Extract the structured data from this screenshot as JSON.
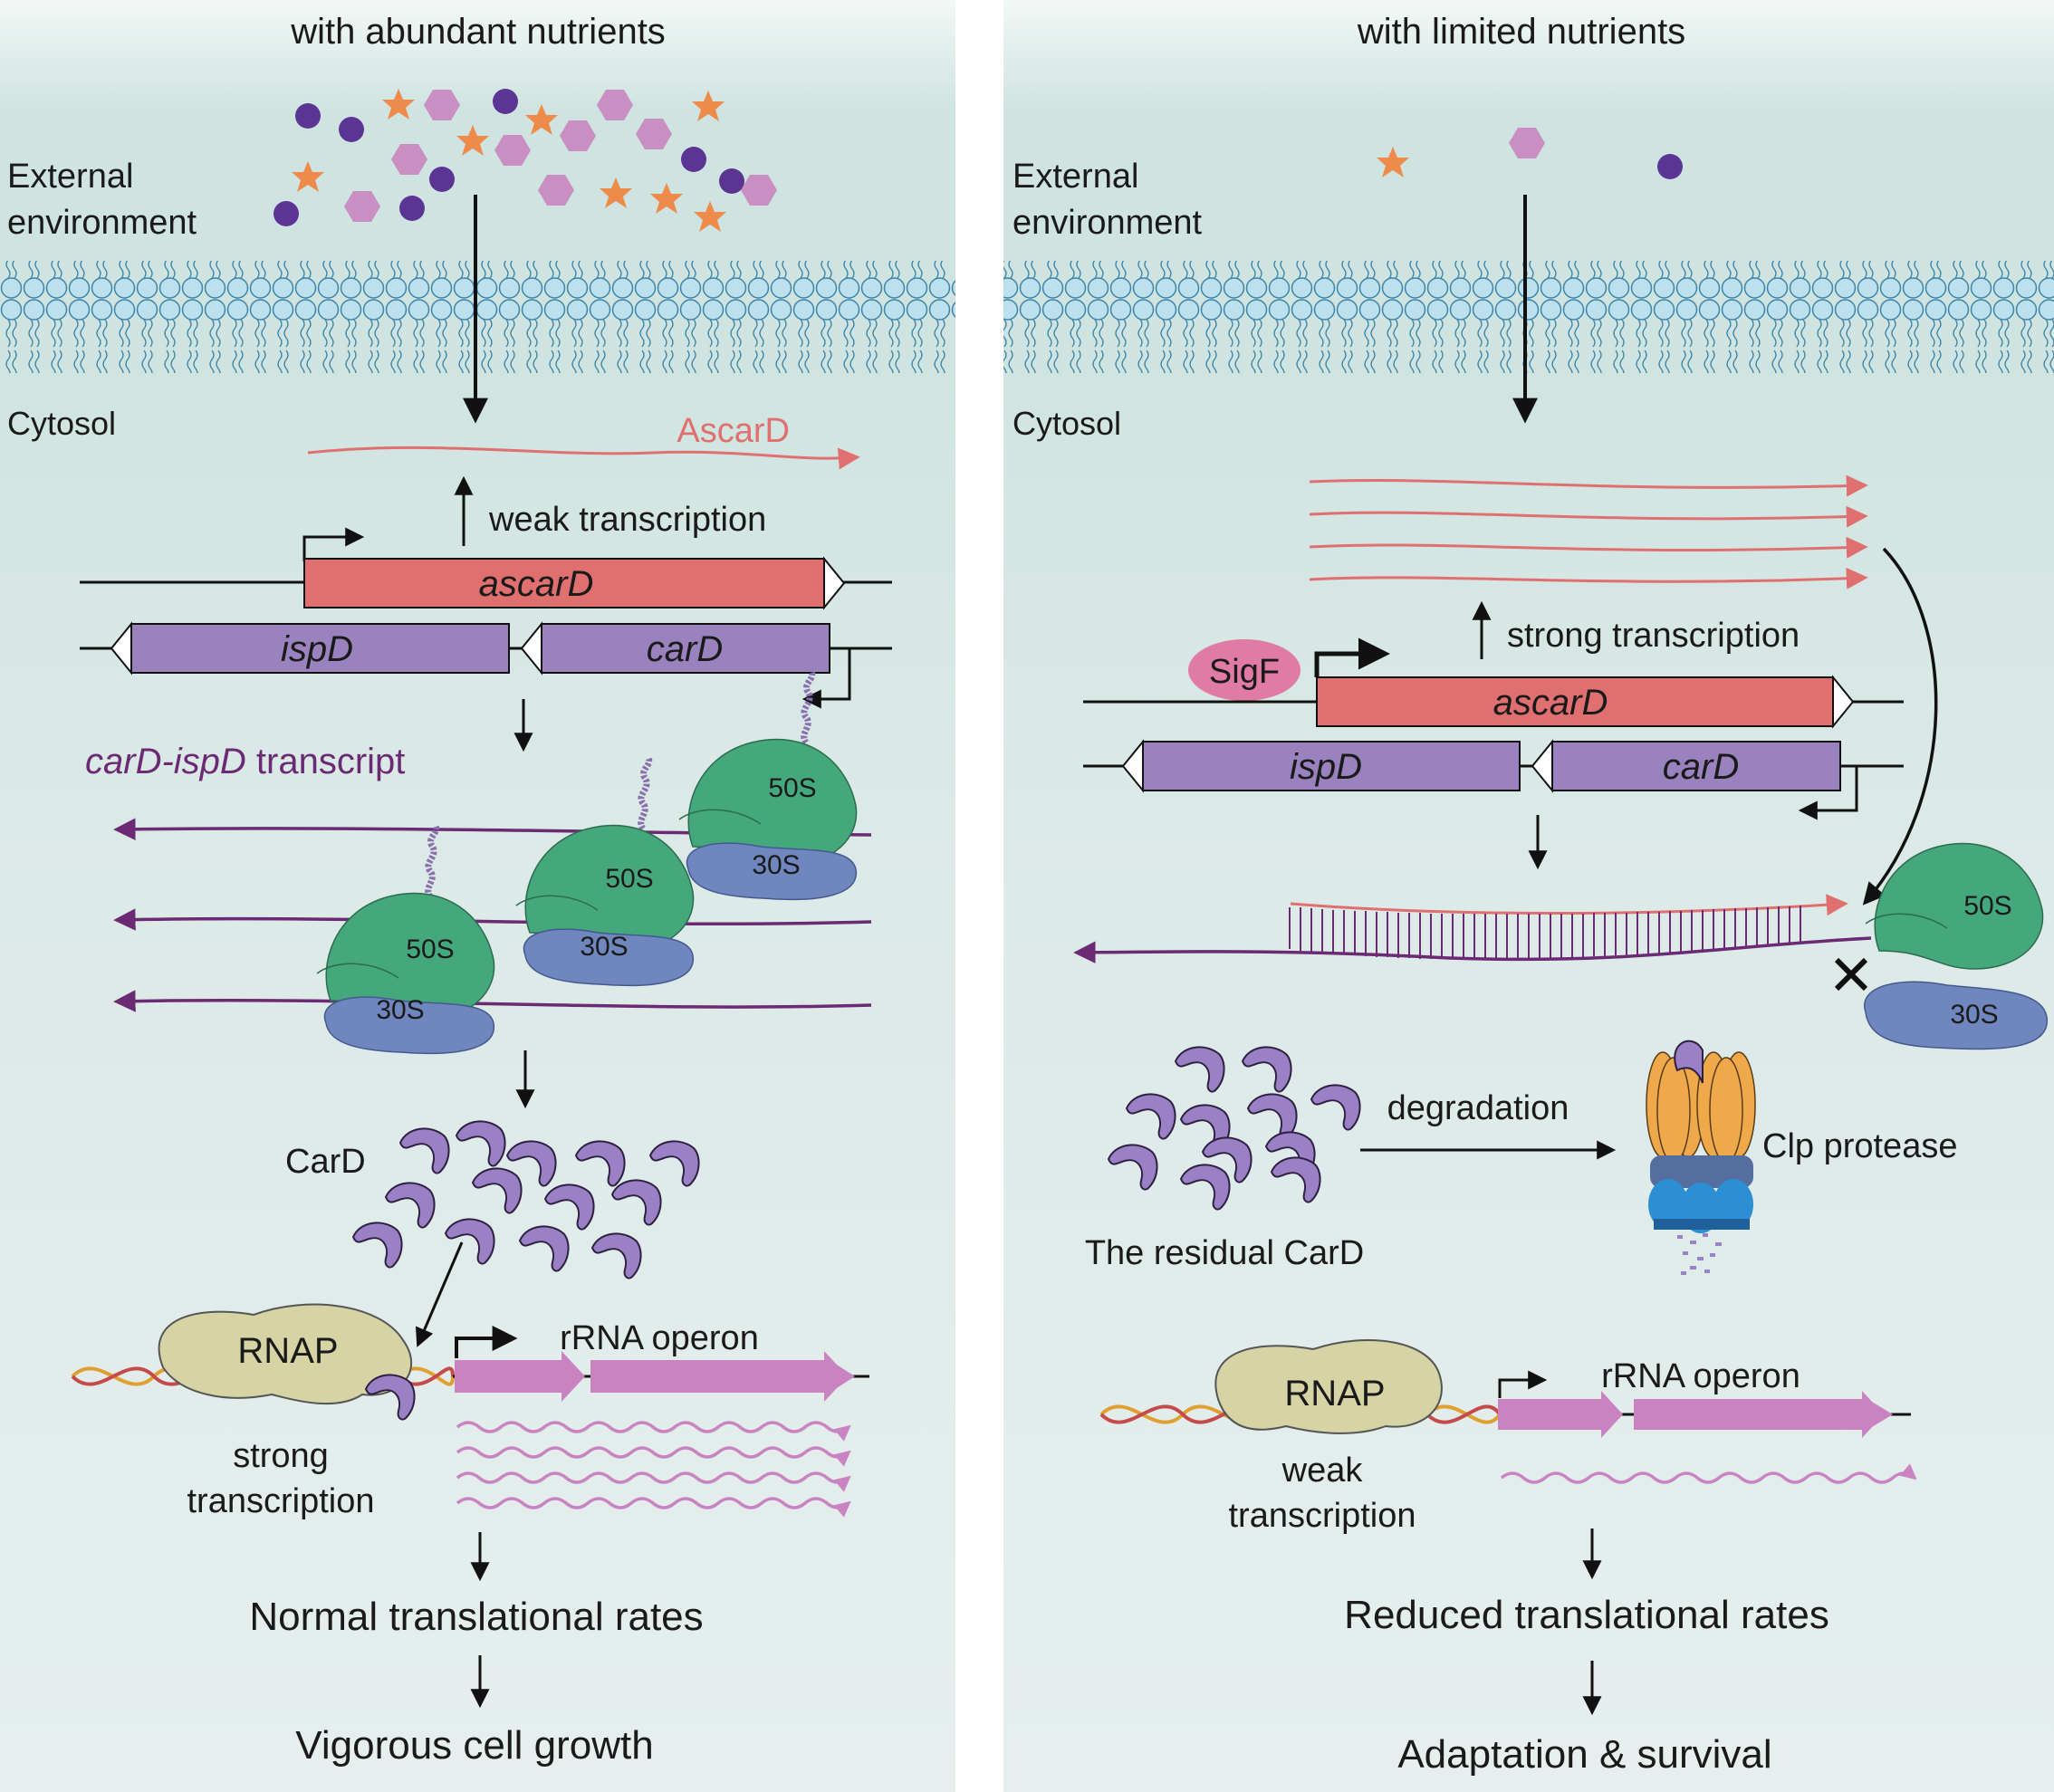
{
  "left": {
    "title": "with abundant nutrients",
    "external": [
      "External",
      "environment"
    ],
    "cytosol": "Cytosol",
    "ascard_rna": "AscarD",
    "weak_transcription": "weak transcription",
    "gene_ascarD": "ascarD",
    "gene_ispD": "ispD",
    "gene_carD": "carD",
    "transcript_label_italic": "carD-ispD",
    "transcript_label_rest": " transcript",
    "ribosome_50s": "50S",
    "ribosome_30s": "30S",
    "card_protein": "CarD",
    "rnap": "RNAP",
    "rrna_operon": "rRNA operon",
    "strong_transcription": [
      "strong",
      "transcription"
    ],
    "result1": "Normal translational rates",
    "result2": "Vigorous cell growth"
  },
  "right": {
    "title": "with limited nutrients",
    "external": [
      "External",
      "environment"
    ],
    "cytosol": "Cytosol",
    "strong_transcription": "strong transcription",
    "sigf": "SigF",
    "gene_ascarD": "ascarD",
    "gene_ispD": "ispD",
    "gene_carD": "carD",
    "ribosome_50s": "50S",
    "ribosome_30s": "30S",
    "degradation": "degradation",
    "clp_protease": "Clp protease",
    "residual_card": "The residual CarD",
    "rnap": "RNAP",
    "rrna_operon": "rRNA operon",
    "weak_transcription": [
      "weak",
      "transcription"
    ],
    "result1": "Reduced translational rates",
    "result2": "Adaptation & survival"
  },
  "colors": {
    "background_top": "#cfe4e0",
    "background_bottom": "#e6efee",
    "ascard_red": "#e07070",
    "gene_purple": "#9a82bf",
    "transcript_purple": "#6b2a73",
    "ribosome_50s_green": "#45a87d",
    "ribosome_30s_blue": "#6f86be",
    "card_purple": "#9a80c4",
    "rrna_pink": "#c983c1",
    "rnap_khaki": "#d6d3a5",
    "sigf_pink": "#df7ba4",
    "nutrient_circle": "#5c3594",
    "nutrient_star": "#ee8a4a",
    "nutrient_hexagon": "#c98fc3",
    "clp_orange": "#f0a94a",
    "clp_blue": "#2d8fd3"
  }
}
